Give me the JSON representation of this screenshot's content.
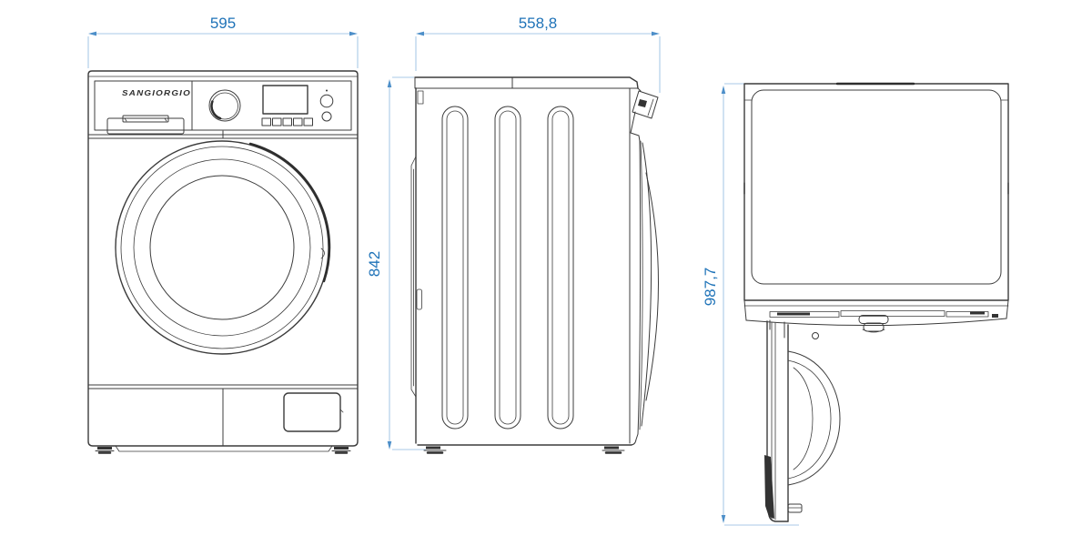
{
  "drawing": {
    "brand_logo": "SANGIORGIO",
    "dimensions": {
      "front_width": "595",
      "depth": "558,8",
      "height": "842",
      "depth_door_open": "987,7"
    },
    "colors": {
      "background": "#ffffff",
      "line": "#3c3c3c",
      "dimension_line": "#a9c9e7",
      "dimension_text": "#1f73b8",
      "dimension_arrow": "#4d8fc9"
    }
  }
}
